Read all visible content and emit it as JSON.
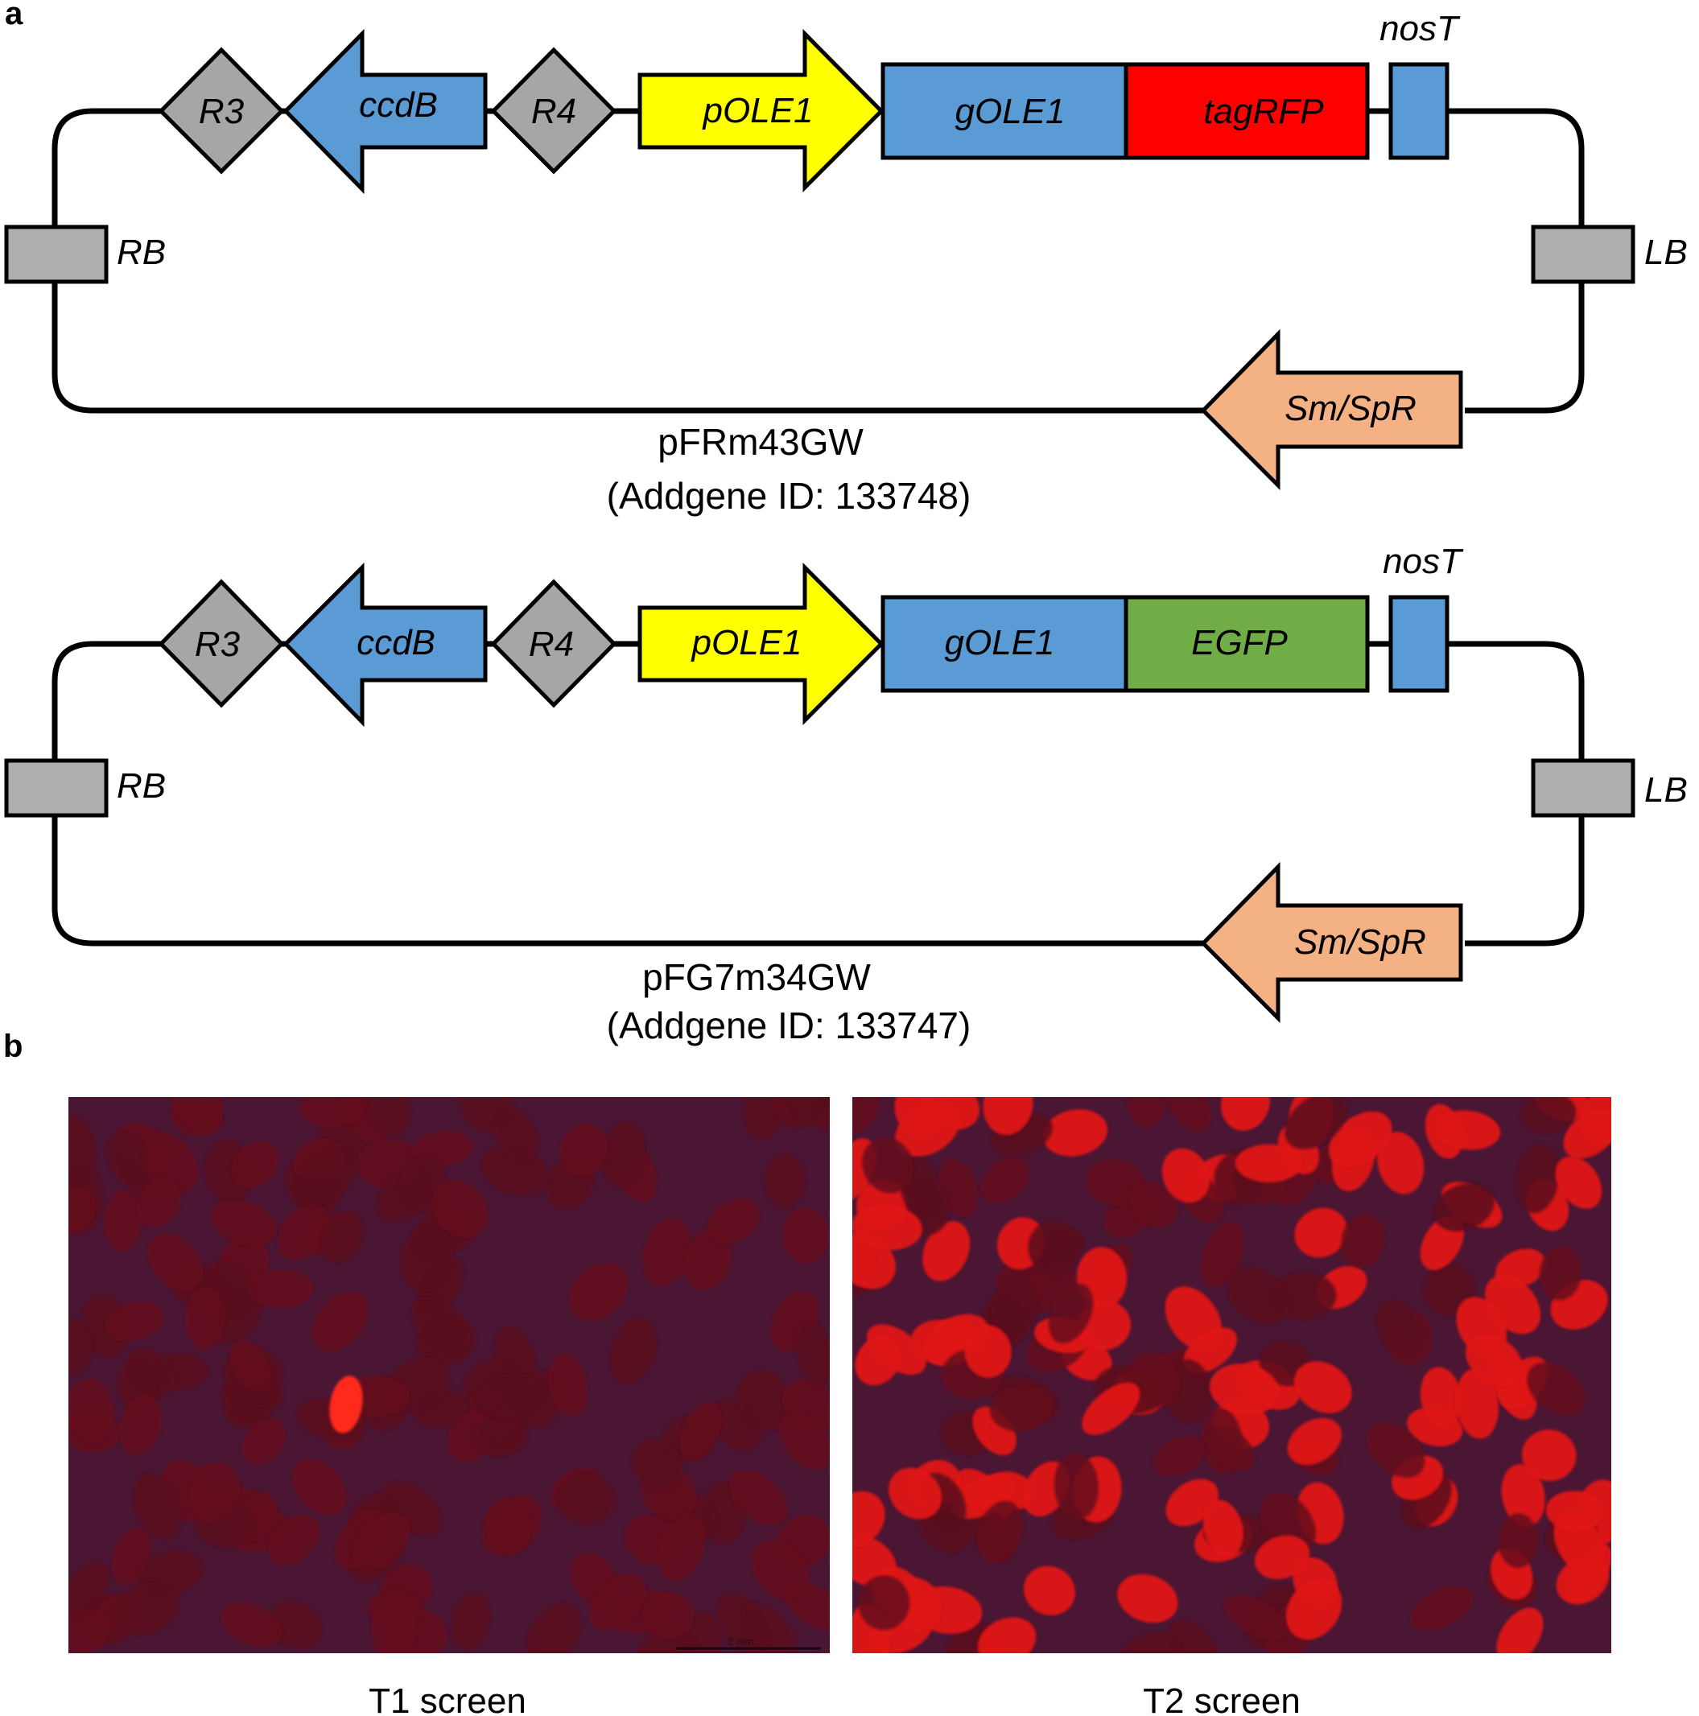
{
  "panel_a": {
    "label": "a",
    "constructs": [
      {
        "features": {
          "r3": "R3",
          "ccdb": "ccdB",
          "r4": "R4",
          "pole1": "pOLE1",
          "gole1": "gOLE1",
          "fluor": "tagRFP",
          "nost": "nosT",
          "rb": "RB",
          "lb": "LB",
          "smspr": "Sm/SpR"
        },
        "fluor_color": "#ff0000",
        "name": "pFRm43GW",
        "addgene": "(Addgene ID: 133748)"
      },
      {
        "features": {
          "r3": "R3",
          "ccdb": "ccdB",
          "r4": "R4",
          "pole1": "pOLE1",
          "gole1": "gOLE1",
          "fluor": "EGFP",
          "nost": "nosT",
          "rb": "RB",
          "lb": "LB",
          "smspr": "Sm/SpR"
        },
        "fluor_color": "#70ad47",
        "name": "pFG7m34GW",
        "addgene": "(Addgene ID: 133747)"
      }
    ]
  },
  "panel_b": {
    "label": "b",
    "images": [
      {
        "caption": "T1 screen",
        "scale_bar": "2 mm"
      },
      {
        "caption": "T2 screen"
      }
    ]
  },
  "colors": {
    "blue": "#5b9bd5",
    "yellow": "#ffff00",
    "gray": "#a6a6a6",
    "border_gray": "#b0adad",
    "salmon": "#f4b183",
    "bg_purple": "#4a1634",
    "seed_bright": "#ff2a1a",
    "seed_dark": "#5a0c1a"
  }
}
